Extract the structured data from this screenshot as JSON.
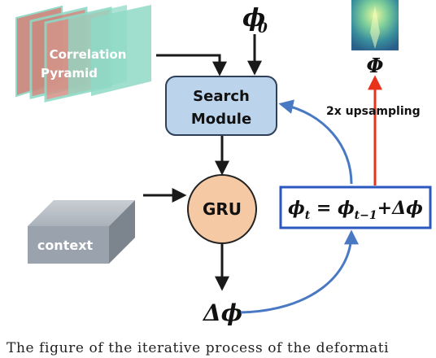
{
  "pyramid": {
    "line1": "Correlation",
    "line2": "Pyramid"
  },
  "phi0": {
    "base": "ϕ",
    "sub": "0"
  },
  "search_module": {
    "line1": "Search",
    "line2": "Module"
  },
  "gru": {
    "label": "GRU"
  },
  "context": {
    "label": "context"
  },
  "update": {
    "phi": "ϕ",
    "sub_t": "t",
    "eq": " = ",
    "sub_t1": "t−1",
    "plus": "+",
    "delta": "Δϕ"
  },
  "delta_phi": {
    "label": "Δϕ"
  },
  "output": {
    "label": "Φ"
  },
  "upsampling": {
    "label": "2x upsampling"
  },
  "caption": {
    "text": "The figure of the iterative process of the deformati"
  },
  "colors": {
    "pyramid_red": "#c98a80",
    "pyramid_teal": "#8fd9c6",
    "search_fill": "#bcd3ec",
    "gru_fill": "#f5c9a4",
    "context_face": "#9aa3ad",
    "blue_arrow": "#4a79c4",
    "red_arrow": "#e8321a",
    "update_border": "#2b57c0"
  }
}
